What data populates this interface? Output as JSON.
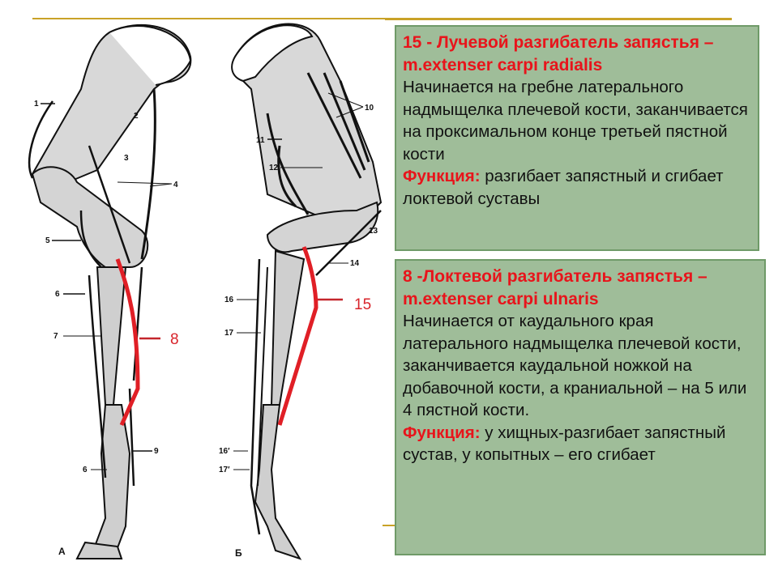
{
  "slide": {
    "accent_color": "#c9a227",
    "box_bg": "#9fbd99",
    "highlight_red": "#e8141b"
  },
  "figure": {
    "view_a_label": "А",
    "view_b_label": "Б",
    "labels_a": [
      "1",
      "2",
      "3",
      "4",
      "5",
      "6",
      "7",
      "6",
      "9"
    ],
    "labels_b": [
      "10",
      "11",
      "12",
      "13",
      "14",
      "16",
      "17",
      "16′",
      "17′"
    ],
    "highlight_a": "8",
    "highlight_b": "15"
  },
  "boxes": [
    {
      "title": " 15 - Лучевой разгибатель запястья – m.extenser carpi radialis",
      "description": "Начинается на гребне латерального надмыщелка плечевой кости, заканчивается на проксимальном конце третьей пястной кости",
      "function_label": "Функция:",
      "function_text": " разгибает запястный и сгибает локтевой суставы"
    },
    {
      "title": " 8 -Локтевой разгибатель запястья – m.extenser carpi ulnaris",
      "description": "Начинается от каудального края латерального надмыщелка плечевой кости, заканчивается каудальной ножкой на добавочной кости, а краниальной – на 5 или 4 пястной кости.",
      "function_label": "Функция:",
      "function_text": " у хищных-разгибает запястный сустав, у копытных – его сгибает"
    }
  ]
}
